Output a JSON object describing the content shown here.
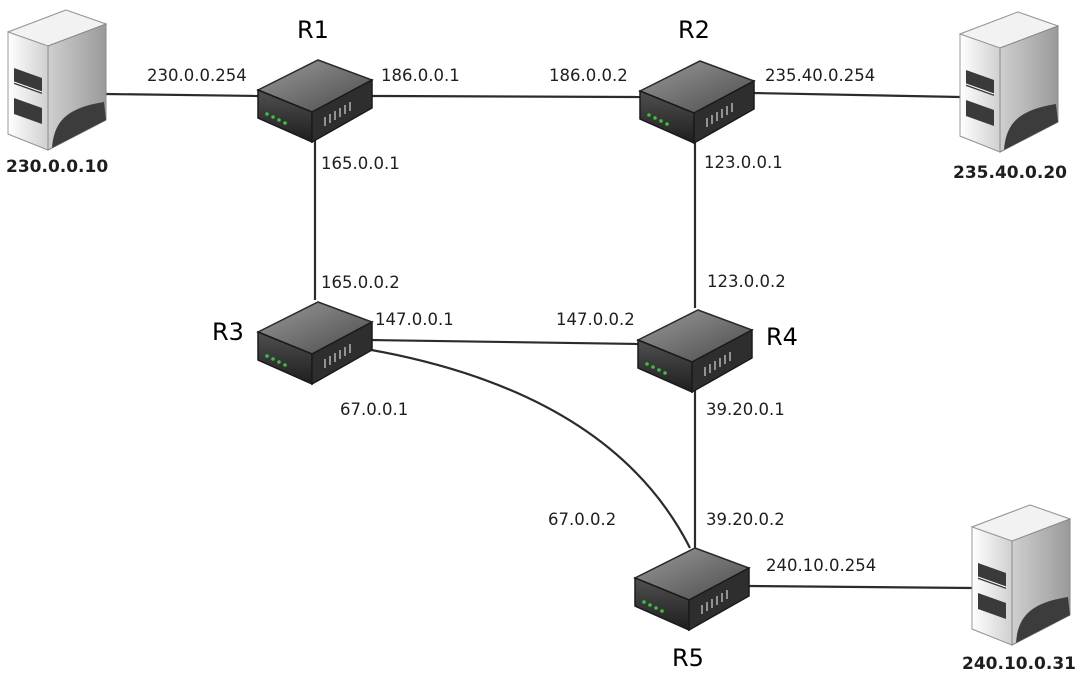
{
  "routers": [
    {
      "id": "r1",
      "label": "R1"
    },
    {
      "id": "r2",
      "label": "R2"
    },
    {
      "id": "r3",
      "label": "R3"
    },
    {
      "id": "r4",
      "label": "R4"
    },
    {
      "id": "r5",
      "label": "R5"
    }
  ],
  "hosts": [
    {
      "id": "host-1",
      "label": "230.0.0.10"
    },
    {
      "id": "host-2",
      "label": "235.40.0.20"
    },
    {
      "id": "host-3",
      "label": "240.10.0.31"
    }
  ],
  "links": [
    {
      "id": "h1-r1",
      "from": "host-1",
      "to": "r1",
      "labels": [
        "230.0.0.254"
      ]
    },
    {
      "id": "r1-r2",
      "from": "r1",
      "to": "r2",
      "labels": [
        "186.0.0.1",
        "186.0.0.2"
      ]
    },
    {
      "id": "r2-h2",
      "from": "r2",
      "to": "host-2",
      "labels": [
        "235.40.0.254"
      ]
    },
    {
      "id": "r1-r3",
      "from": "r1",
      "to": "r3",
      "labels": [
        "165.0.0.1",
        "165.0.0.2"
      ]
    },
    {
      "id": "r2-r4",
      "from": "r2",
      "to": "r4",
      "labels": [
        "123.0.0.1",
        "123.0.0.2"
      ]
    },
    {
      "id": "r3-r4",
      "from": "r3",
      "to": "r4",
      "labels": [
        "147.0.0.1",
        "147.0.0.2"
      ]
    },
    {
      "id": "r3-r5",
      "from": "r3",
      "to": "r5",
      "labels": [
        "67.0.0.1",
        "67.0.0.2"
      ]
    },
    {
      "id": "r4-r5",
      "from": "r4",
      "to": "r5",
      "labels": [
        "39.20.0.1",
        "39.20.0.2"
      ]
    },
    {
      "id": "r5-h3",
      "from": "r5",
      "to": "host-3",
      "labels": [
        "240.10.0.254"
      ]
    }
  ],
  "colors": {
    "router_top": "#7a7a7a",
    "router_body": "#3c3c3c",
    "server_body": "#e4e4e4",
    "server_accent": "#3a3a3a",
    "led_green": "#3fbf3f"
  },
  "icons": {
    "router": "router-icon",
    "host": "server-icon"
  }
}
